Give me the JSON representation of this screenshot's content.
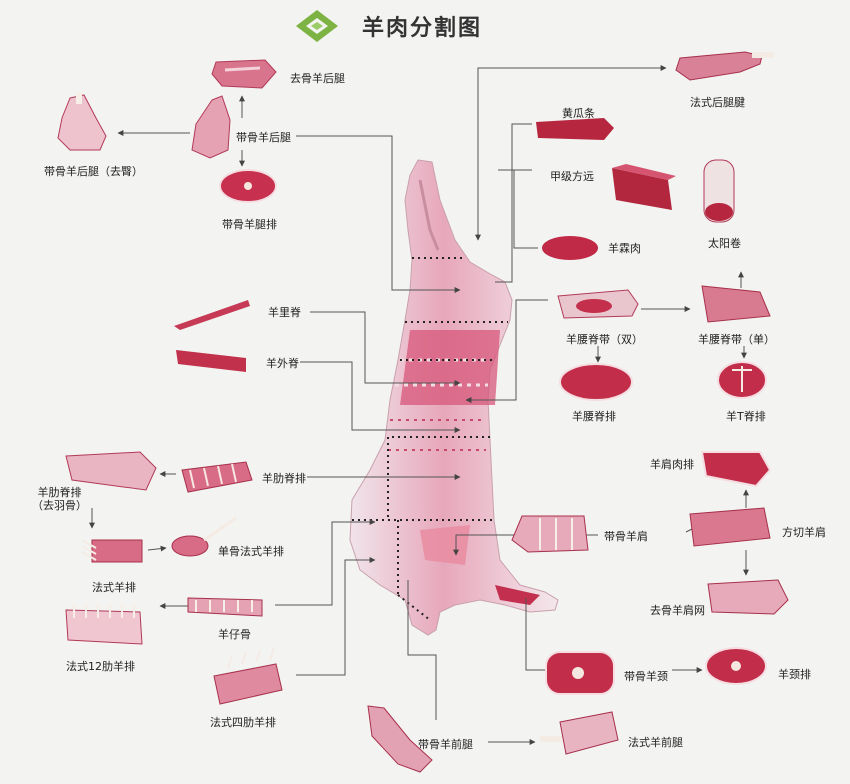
{
  "title": "羊肉分割图",
  "colors": {
    "background": "#f3f3f1",
    "meat_dark": "#a11f3a",
    "meat_mid": "#d04a68",
    "meat_light": "#f0c8d2",
    "fat": "#f6efef",
    "logo_green": "#7cb342",
    "line": "#555555",
    "dotted": "#222222"
  },
  "labels": {
    "qu_gu_yang_hou_tui": "去骨羊后腿",
    "dai_gu_yang_hou_tui": "带骨羊后腿",
    "dai_gu_yang_hou_tui_qu_tun": "带骨羊后腿（去臀）",
    "dai_gu_yang_tui_pai": "带骨羊腿排",
    "fa_shi_hou_tui_jian": "法式后腿腱",
    "huang_gua_tiao": "黄瓜条",
    "jia_ji_fang_zheng": "甲级方远",
    "tai_yang_juan": "太阳卷",
    "yang_lin_rou": "羊霖肉",
    "yang_li_ji": "羊里脊",
    "yang_wai_ji": "羊外脊",
    "yang_yao_ji_dai_shuang": "羊腰脊带（双）",
    "yang_yao_ji_dai_dan": "羊腰脊带（单）",
    "yang_yao_ji_pai": "羊腰脊排",
    "yang_t_ji_pai": "羊T脊排",
    "yang_lei_ji_pai": "羊肋脊排",
    "yang_lei_ji_pai_qu_yu_gu_1": "羊肋脊排",
    "yang_lei_ji_pai_qu_yu_gu_2": "（去羽骨）",
    "fa_shi_yang_pai": "法式羊排",
    "dan_gu_fa_shi_yang_pai": "单骨法式羊排",
    "yang_zai_gu": "羊仔骨",
    "fa_shi_12_lei_yang_pai": "法式12肋羊排",
    "fa_shi_si_lei_yang_pai": "法式四肋羊排",
    "yang_jian_rou_pai": "羊肩肉排",
    "dai_gu_yang_jian": "带骨羊肩",
    "fang_qie_yang_jian": "方切羊肩",
    "qu_gu_yang_jian_wang": "去骨羊肩网",
    "dai_gu_yang_jing": "带骨羊颈",
    "yang_jing_pai": "羊颈排",
    "dai_gu_yang_qian_tui": "带骨羊前腿",
    "fa_shi_yang_qian_tui": "法式羊前腿"
  }
}
